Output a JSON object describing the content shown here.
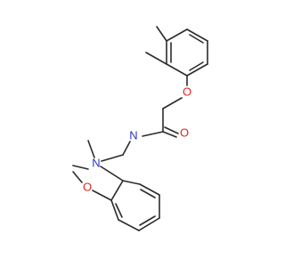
{
  "structure": {
    "atom_labels": {
      "ether_o": "O",
      "carbonyl_o": "O",
      "amide_n": "N",
      "amine_n": "N",
      "methoxy_o": "O"
    },
    "colors": {
      "bond": "#2b2b2b",
      "oxygen": "#e8231c",
      "nitrogen": "#2a35c8",
      "background": "#ffffff"
    }
  }
}
